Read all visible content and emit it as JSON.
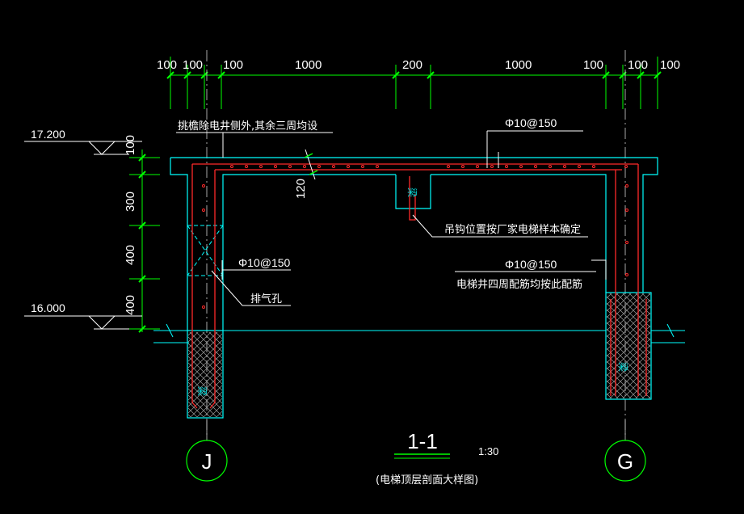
{
  "drawing": {
    "top_dimensions": [
      "100",
      "100",
      "100",
      "1000",
      "200",
      "1000",
      "100",
      "100",
      "100"
    ],
    "left_dimensions": [
      "100",
      "300",
      "400",
      "400"
    ],
    "dim_120": "120",
    "elevation_top": "17.200",
    "elevation_bottom": "16.000",
    "note_parapet": "挑檐除电井侧外,其余三周均设",
    "rebar_top": "Φ10@150",
    "rebar_left": "Φ10@150",
    "rebar_right": "Φ10@150",
    "note_hook": "吊钩位置按厂家电梯样本确定",
    "note_shaft": "电梯井四周配筋均按此配筋",
    "note_vent": "排气孔",
    "beam_label": "梁",
    "axis_left": "J",
    "axis_right": "G",
    "title": "1-1",
    "scale": "1:30",
    "subtitle": "(电梯顶层剖面大样图)"
  },
  "colors": {
    "background": "#000000",
    "dimension": "#00ff00",
    "outline": "#00ffff",
    "rebar": "#ff2a2a",
    "annotation": "#ffffff",
    "hatch": "#d0d0d0"
  }
}
